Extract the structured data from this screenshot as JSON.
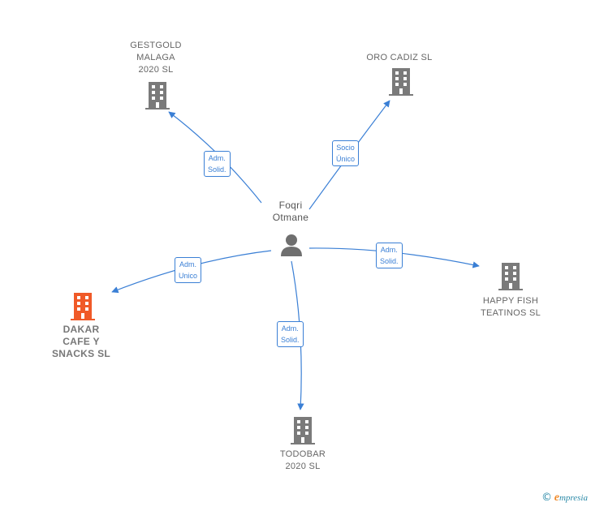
{
  "colors": {
    "edge": "#3a7fd5",
    "building": "#7a7a7a",
    "building_highlight": "#f05a28",
    "person": "#6f6f6f"
  },
  "person": {
    "name": "Foqri\nOtmane",
    "icon": "person-icon"
  },
  "companies": {
    "gestgold": {
      "name": "GESTGOLD\nMALAGA\n2020  SL",
      "icon": "building-icon"
    },
    "orocadiz": {
      "name": "ORO CADIZ SL",
      "icon": "building-icon"
    },
    "happyfish": {
      "name": "HAPPY FISH\nTEATINOS  SL",
      "icon": "building-icon"
    },
    "todobar": {
      "name": "TODOBAR\n2020  SL",
      "icon": "building-icon"
    },
    "dakar": {
      "name": "DAKAR\nCAFE Y\nSNACKS  SL",
      "icon": "building-icon",
      "highlighted": true
    }
  },
  "relations": {
    "gestgold": "Adm.\nSolid.",
    "orocadiz": "Socio\nÚnico",
    "happyfish": "Adm.\nSolid.",
    "todobar": "Adm.\nSolid.",
    "dakar": "Adm.\nUnico"
  },
  "watermark": {
    "symbol": "©",
    "initial": "e",
    "brand": "mpresia"
  }
}
